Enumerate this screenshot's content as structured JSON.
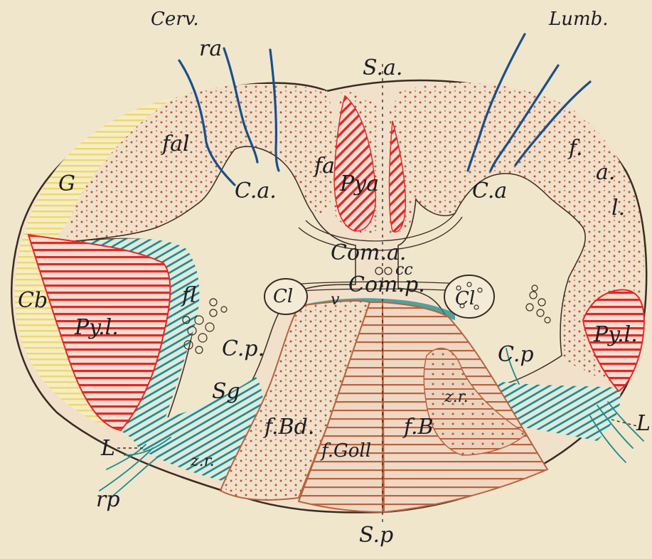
{
  "figure": {
    "colors": {
      "paper": "#efe6cc",
      "stipple": "#b3553a",
      "outline": "#3a2b22",
      "pyramidal_red": "#e02a2a",
      "cerebellar_yellow": "#ecd870",
      "teal": "#1c8a8f",
      "nerve_blue": "#1b4f8a",
      "posterior_brown": "#b9623f"
    },
    "labels": {
      "cerv": "Cerv.",
      "lumb": "Lumb.",
      "ra": "ra",
      "sa": "S.a.",
      "sp": "S.p",
      "fal": "fal",
      "fa": "fa",
      "pya": "Pya",
      "ca_left": "C.a.",
      "ca_right": "C.a",
      "f_right": "f.",
      "a_right": "a.",
      "l_right": "l.",
      "g": "G",
      "cb": "Cb",
      "pyl_left": "Py.l.",
      "pyl_right": "Py.l.",
      "fl": "fl",
      "cl_left": "Cl",
      "cl_right": "Cl",
      "v": "v",
      "com_a": "Com.a.",
      "cc": "cc",
      "com_p": "Com.p.",
      "cp_left": "C.p.",
      "cp_right": "C.p",
      "sg": "Sg",
      "fbd": "f.Bd.",
      "fgoll": "f.Goll",
      "fb": "f.B",
      "zr_left": "z.r.",
      "zr_right": "z.r.",
      "l_left": "L",
      "l_right_edge": "L",
      "rp": "rp"
    }
  }
}
